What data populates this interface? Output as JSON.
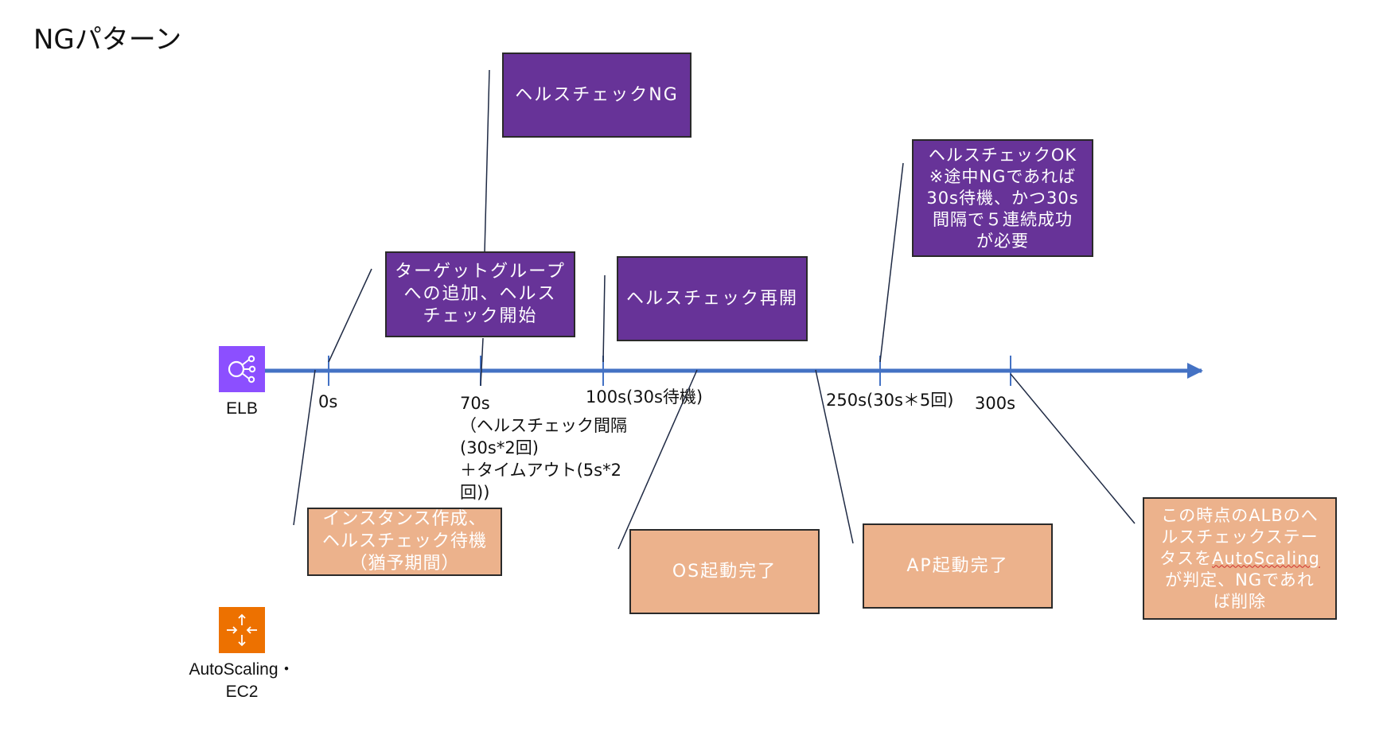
{
  "title": "NGパターン",
  "colors": {
    "timeline": "#4472c4",
    "purple_box": "#673398",
    "orange_box": "#ecb28c",
    "elb_icon": "#8c4fff",
    "autoscaling_icon": "#ed7100",
    "connector": "#1f2a44"
  },
  "icons": {
    "elb": {
      "icon": "load-balancer-icon",
      "label": "ELB"
    },
    "autoscaling": {
      "icon": "auto-scaling-icon",
      "label": "AutoScaling・\nEC2"
    }
  },
  "timeline": {
    "ticks": [
      {
        "label": "0s"
      },
      {
        "label": "70s\n（ヘルスチェック間隔\n(30s*2回)\n＋タイムアウト(5s*2\n回))"
      },
      {
        "label": "100s(30s待機)"
      },
      {
        "label": "250s(30s＊5回)"
      },
      {
        "label": "300s"
      }
    ]
  },
  "purple_boxes": {
    "target_group": "ターゲットグループ\nへの追加、ヘルス\nチェック開始",
    "healthcheck_ng": "ヘルスチェックNG",
    "healthcheck_resume": "ヘルスチェック再開",
    "healthcheck_ok": "ヘルスチェックOK\n※途中NGであれば\n30s待機、かつ30s\n間隔で５連続成功\nが必要"
  },
  "orange_boxes": {
    "instance_create": "インスタンス作成、\nヘルスチェック待機\n（猶予期間）",
    "os_boot": "OS起動完了",
    "ap_boot": "AP起動完了",
    "judge_prefix": "この時点のALBのへ\nルスチェックステー\nタスを",
    "judge_highlight": "AutoScaling",
    "judge_suffix": "\nが判定、NGであれ\nば削除"
  }
}
